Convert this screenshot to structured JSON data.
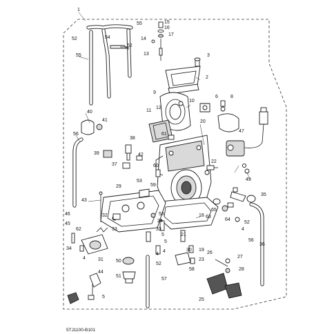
{
  "diagram": {
    "callouts": [
      "1",
      "2",
      "3",
      "4",
      "5",
      "6",
      "8",
      "9",
      "10",
      "11",
      "12",
      "13",
      "14",
      "15",
      "16",
      "17",
      "18",
      "19",
      "20",
      "21",
      "22",
      "23",
      "24",
      "25",
      "26",
      "27",
      "28",
      "29",
      "30",
      "31",
      "32",
      "33",
      "34",
      "35",
      "36",
      "37",
      "38",
      "39",
      "40",
      "41",
      "42",
      "43",
      "44",
      "45",
      "46",
      "47",
      "49",
      "50",
      "51",
      "52",
      "53",
      "54",
      "55",
      "56",
      "57",
      "58",
      "59",
      "60",
      "61",
      "62",
      "63",
      "64",
      "65"
    ],
    "part_code": "5TJ1100-B101"
  }
}
